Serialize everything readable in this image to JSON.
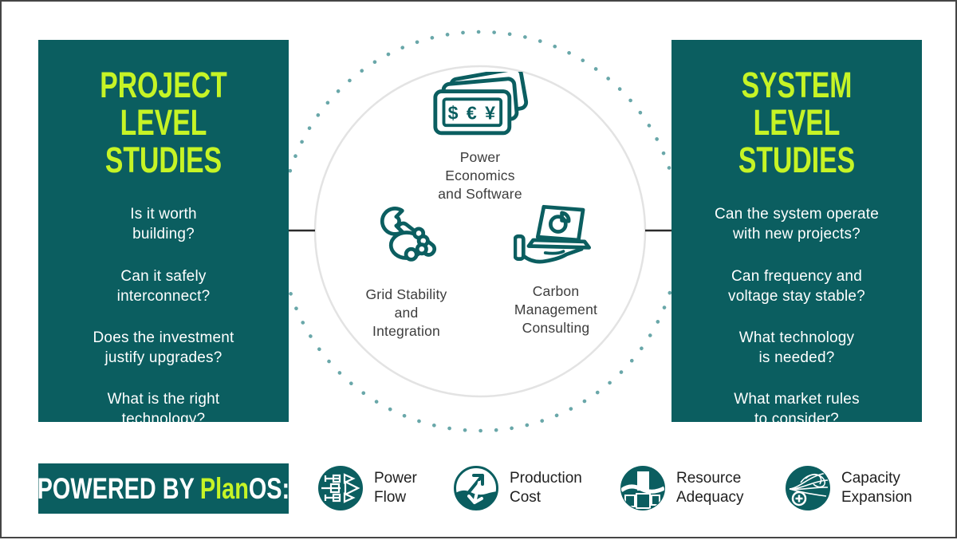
{
  "colors": {
    "teal": "#0b5e60",
    "lime": "#c6f426",
    "dot_ring": "#69a7a9",
    "circle_stroke": "#e3e3e3",
    "text_dark": "#3d3d3d",
    "white": "#ffffff"
  },
  "panels": {
    "left": {
      "title": "PROJECT LEVEL\nSTUDIES",
      "questions": [
        "Is it worth\nbuilding?",
        "Can it safely\ninterconnect?",
        "Does the investment\njustify upgrades?",
        "What is the right\ntechnology?"
      ]
    },
    "right": {
      "title": "SYSTEM LEVEL\nSTUDIES",
      "questions": [
        "Can the system operate\nwith new projects?",
        "Can frequency and\nvoltage stay stable?",
        "What technology\nis needed?",
        "What market rules\nto consider?"
      ]
    }
  },
  "center": {
    "services": [
      {
        "icon": "banknotes-currency-icon",
        "currency_symbols": "$ € ¥",
        "label": "Power\nEconomics\nand Software"
      },
      {
        "icon": "hand-wrench-icon",
        "label": "Grid Stability\nand\nIntegration"
      },
      {
        "icon": "laptop-pie-chart-hand-icon",
        "label": "Carbon\nManagement\nConsulting"
      }
    ]
  },
  "footer": {
    "powered_prefix": "POWERED BY",
    "brand": "Plan",
    "brand_suffix": "OS:",
    "legend": [
      {
        "icon": "power-flow-icon",
        "label": "Power\nFlow"
      },
      {
        "icon": "production-cost-icon",
        "label": "Production\nCost"
      },
      {
        "icon": "resource-adequacy-icon",
        "label": "Resource\nAdequacy"
      },
      {
        "icon": "capacity-expansion-icon",
        "label": "Capacity\nExpansion"
      }
    ]
  }
}
